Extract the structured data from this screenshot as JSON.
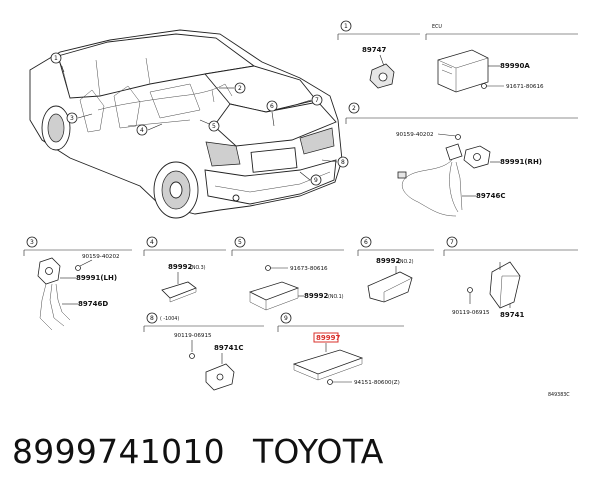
{
  "groups": {
    "g1": {
      "num": "1",
      "title": ""
    },
    "ecu": {
      "title": "ECU"
    },
    "g2": {
      "num": "2"
    },
    "g3": {
      "num": "3"
    },
    "g4": {
      "num": "4"
    },
    "g5": {
      "num": "5"
    },
    "g6": {
      "num": "6"
    },
    "g7": {
      "num": "7"
    },
    "g8": {
      "num": "8",
      "note": "(   -1004)"
    },
    "g9": {
      "num": "9"
    }
  },
  "callouts": [
    "1",
    "2",
    "3",
    "4",
    "5",
    "6",
    "7",
    "8",
    "9"
  ],
  "parts": {
    "p89747": "89747",
    "p89990A": "89990A",
    "p91671": "91671-80616",
    "p90159a": "90159-40202",
    "p89991RH": "89991(RH)",
    "p89746C": "89746C",
    "p90159b": "90159-40202",
    "p89991LH": "89991(LH)",
    "p89746D": "89746D",
    "p89992_3": "89992",
    "n_3": "(NO.3)",
    "p91673": "91673-80616",
    "p89992_1": "89992",
    "n_1": "(NO.1)",
    "p89992_2": "89992",
    "n_2": "(NO.2)",
    "p90119a": "90119-06915",
    "p89741": "89741",
    "p90119b": "90119-06915",
    "p89741C": "89741C",
    "p89997": "89997",
    "p94151": "94151-80600(Z)"
  },
  "ref_code": "849383C",
  "footer": {
    "part_number": "8999741010",
    "brand": "TOYOTA"
  },
  "colors": {
    "highlight": "#d9302b",
    "ink": "#111111"
  }
}
